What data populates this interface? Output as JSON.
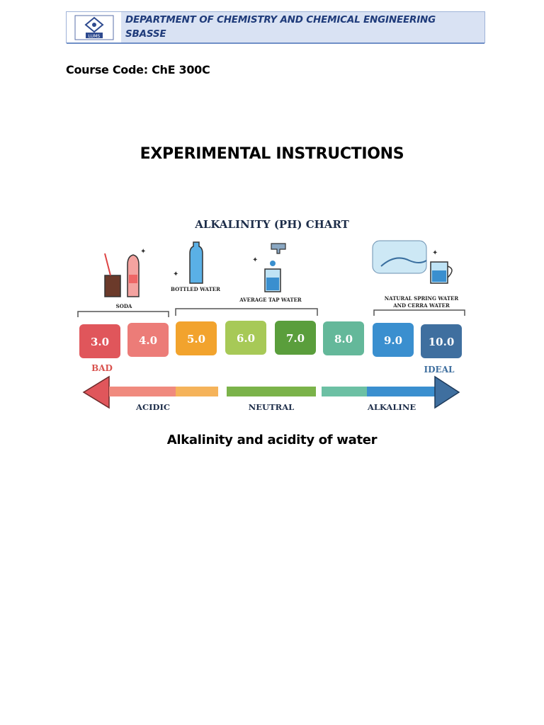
{
  "header": {
    "department_line1": "DEPARTMENT OF CHEMISTRY AND CHEMICAL ENGINEERING",
    "department_line2": "SBASSE",
    "logo_text": "LUMS"
  },
  "course_code": "Course Code: ChE 300C",
  "main_title": "EXPERIMENTAL INSTRUCTIONS",
  "figure": {
    "title": "ALKALINITY (PH) CHART",
    "groups": [
      {
        "label": "SODA"
      },
      {
        "label": "BOTTLED WATER"
      },
      {
        "label": "AVERAGE TAP WATER"
      },
      {
        "label_line1": "NATURAL SPRING WATER",
        "label_line2": "AND CERRA WATER"
      }
    ],
    "ph_values": [
      "3.0",
      "4.0",
      "5.0",
      "6.0",
      "7.0",
      "8.0",
      "9.0",
      "10.0"
    ],
    "ph_colors": [
      "#e0565b",
      "#ec7c78",
      "#f2a32d",
      "#a7c957",
      "#5a9e3c",
      "#64b89a",
      "#3a8fcf",
      "#3f6f9f"
    ],
    "end_labels": {
      "left": "BAD",
      "right": "IDEAL"
    },
    "scale_labels": {
      "left": "ACIDIC",
      "middle": "NEUTRAL",
      "right": "ALKALINE"
    }
  },
  "caption": "Alkalinity and acidity of water"
}
